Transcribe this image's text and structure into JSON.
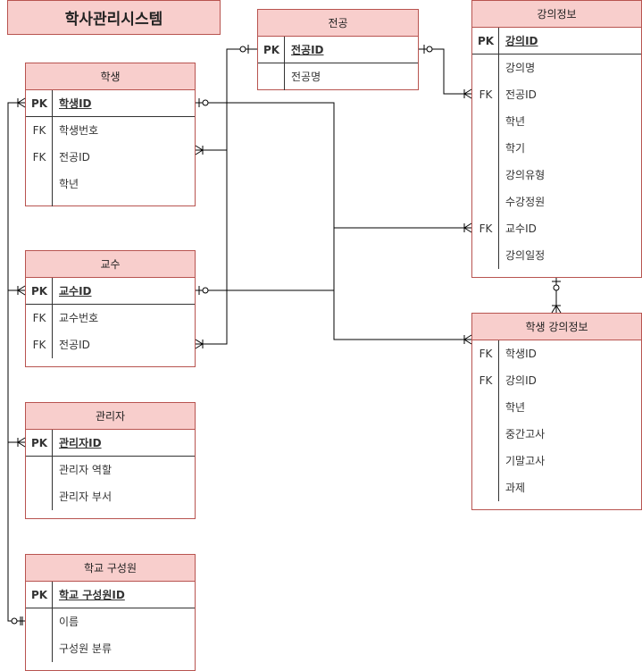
{
  "diagram_title": "학사관리시스템",
  "entities": {
    "student": {
      "name": "학생",
      "pk": {
        "key": "PK",
        "field": "학생ID"
      },
      "attrs": [
        {
          "key": "FK",
          "field": "학생번호"
        },
        {
          "key": "FK",
          "field": "전공ID"
        },
        {
          "key": "",
          "field": "학년"
        }
      ]
    },
    "major": {
      "name": "전공",
      "pk": {
        "key": "PK",
        "field": "전공ID"
      },
      "attrs": [
        {
          "key": "",
          "field": "전공명"
        }
      ]
    },
    "lecture": {
      "name": "강의정보",
      "pk": {
        "key": "PK",
        "field": "강의ID"
      },
      "attrs": [
        {
          "key": "",
          "field": "강의명"
        },
        {
          "key": "FK",
          "field": "전공ID"
        },
        {
          "key": "",
          "field": "학년"
        },
        {
          "key": "",
          "field": "학기"
        },
        {
          "key": "",
          "field": "강의유형"
        },
        {
          "key": "",
          "field": "수강정원"
        },
        {
          "key": "FK",
          "field": "교수ID"
        },
        {
          "key": "",
          "field": "강의일정"
        }
      ]
    },
    "professor": {
      "name": "교수",
      "pk": {
        "key": "PK",
        "field": "교수ID"
      },
      "attrs": [
        {
          "key": "FK",
          "field": "교수번호"
        },
        {
          "key": "FK",
          "field": "전공ID"
        }
      ]
    },
    "student_lecture": {
      "name": "학생 강의정보",
      "attrs": [
        {
          "key": "FK",
          "field": "학생ID"
        },
        {
          "key": "FK",
          "field": "강의ID"
        },
        {
          "key": "",
          "field": "학년"
        },
        {
          "key": "",
          "field": "중간고사"
        },
        {
          "key": "",
          "field": "기말고사"
        },
        {
          "key": "",
          "field": "과제"
        }
      ]
    },
    "admin": {
      "name": "관리자",
      "pk": {
        "key": "PK",
        "field": "관리자ID"
      },
      "attrs": [
        {
          "key": "",
          "field": "관리자 역할"
        },
        {
          "key": "",
          "field": "관리자 부서"
        }
      ]
    },
    "member": {
      "name": "학교 구성원",
      "pk": {
        "key": "PK",
        "field": "학교 구성원ID"
      },
      "attrs": [
        {
          "key": "",
          "field": "이름"
        },
        {
          "key": "",
          "field": "구성원 분류"
        }
      ]
    }
  }
}
